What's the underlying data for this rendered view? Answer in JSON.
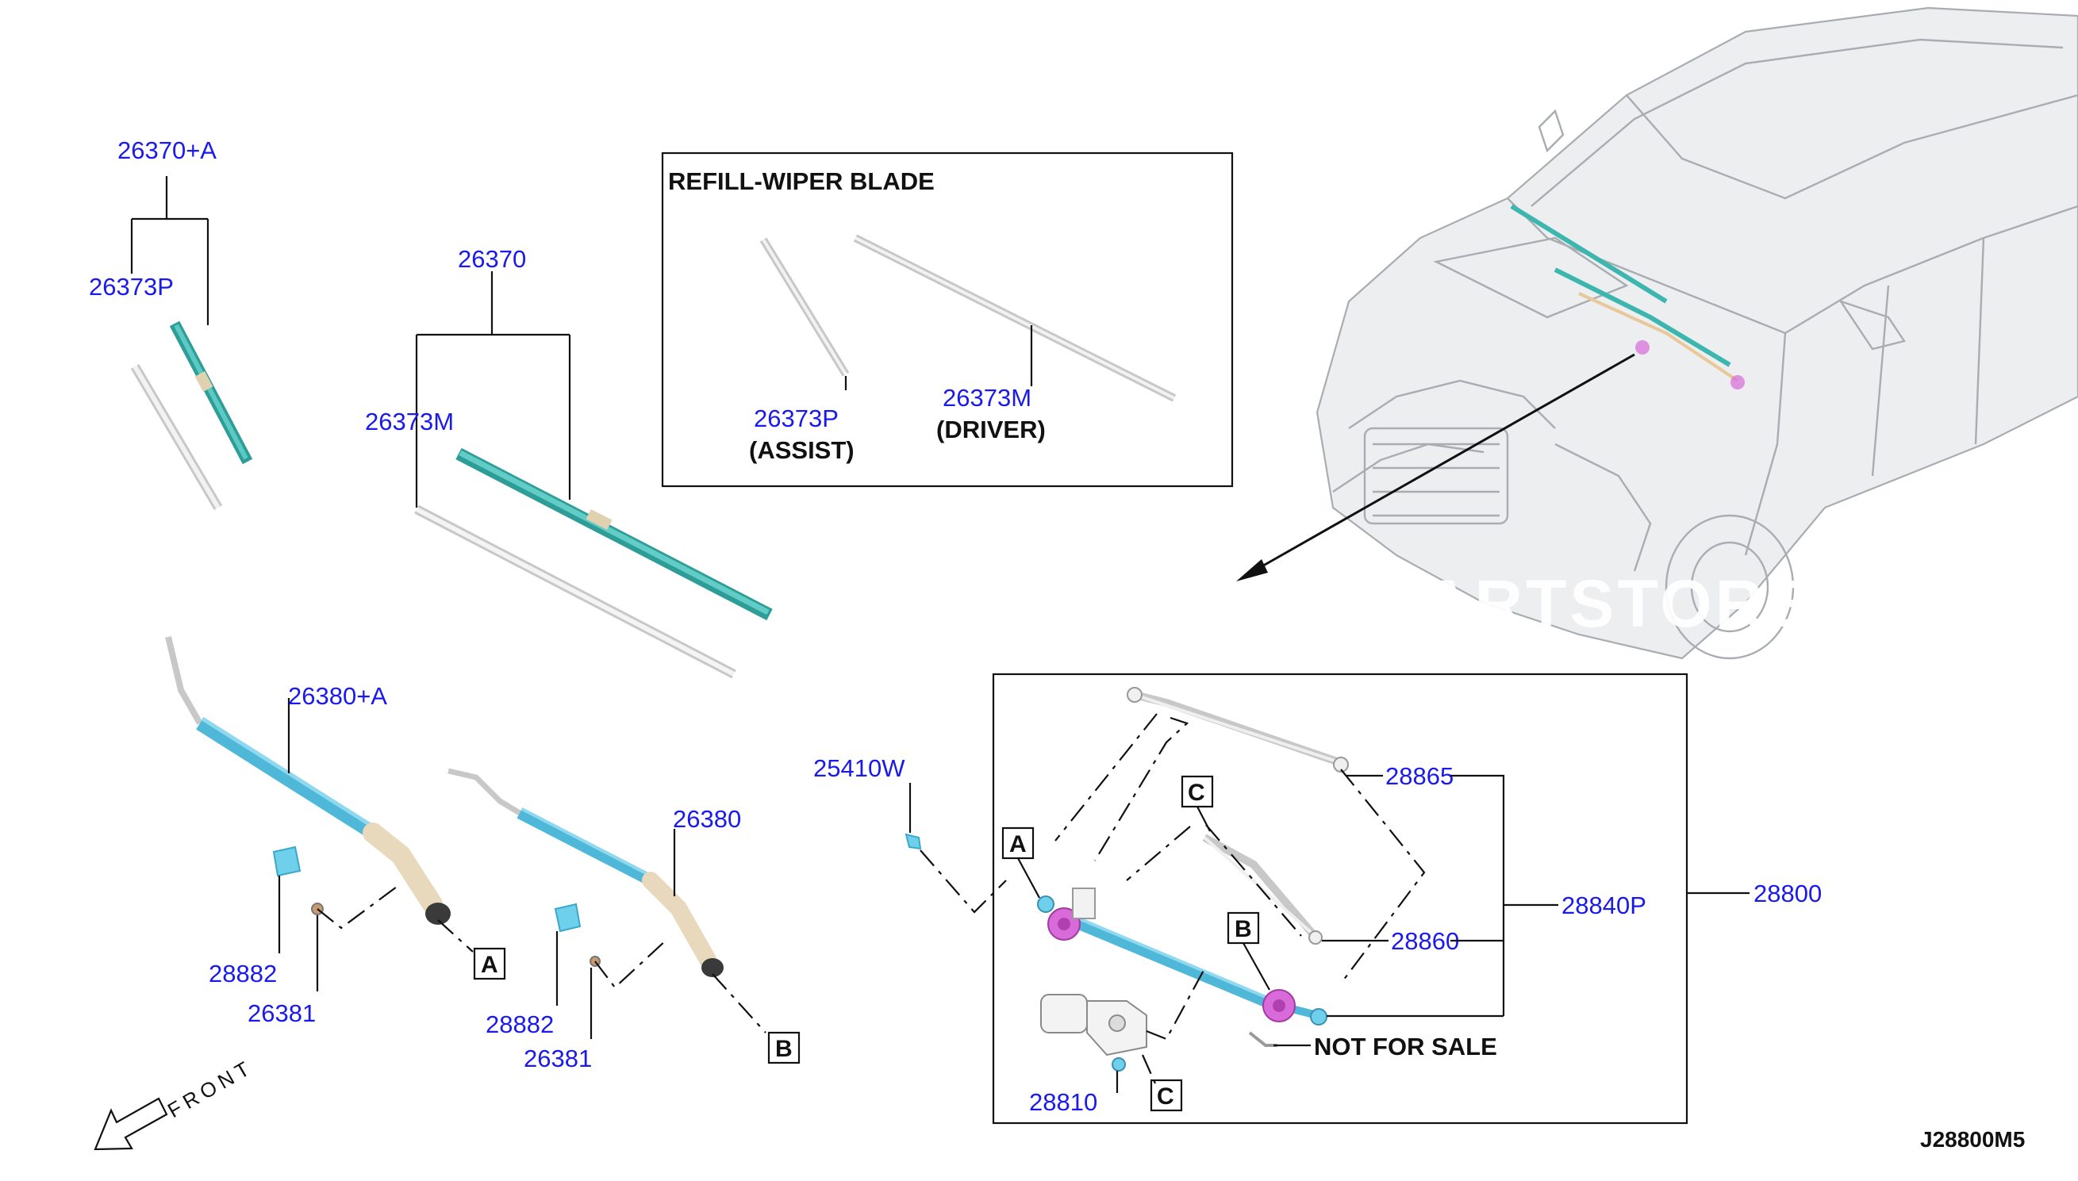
{
  "diagram_code": "J28800M5",
  "refill_box": {
    "title": "REFILL-WIPER BLADE",
    "assist_part": "26373P",
    "assist_label": "(ASSIST)",
    "driver_part": "26373M",
    "driver_label": "(DRIVER)"
  },
  "parts": {
    "blade_assist_assy": "26370+A",
    "blade_assist_refill": "26373P",
    "blade_driver_assy": "26370",
    "blade_driver_refill": "26373M",
    "arm_assist": "26380+A",
    "arm_driver": "26380",
    "cap_left": "28882",
    "nut_left": "26381",
    "cap_right": "28882",
    "nut_right": "26381",
    "nozzle": "25410W",
    "link_upper": "28865",
    "link_lower": "28860",
    "link_assy": "28840P",
    "drive_assy": "28800",
    "motor": "28810"
  },
  "not_for_sale": "NOT FOR SALE",
  "front_label": "FRONT",
  "watermark": "PARTSTORE",
  "refs": {
    "a_arm": "A",
    "b_arm": "B",
    "a_link": "A",
    "b_link": "B",
    "c_top": "C",
    "c_bottom": "C"
  },
  "colors": {
    "part_number": "#1a1aee",
    "blade_teal": "#3eb6b0",
    "arm_blue": "#5bc3e3",
    "pivot_magenta": "#d96ad9",
    "cap_blue": "#6fd0ec"
  }
}
